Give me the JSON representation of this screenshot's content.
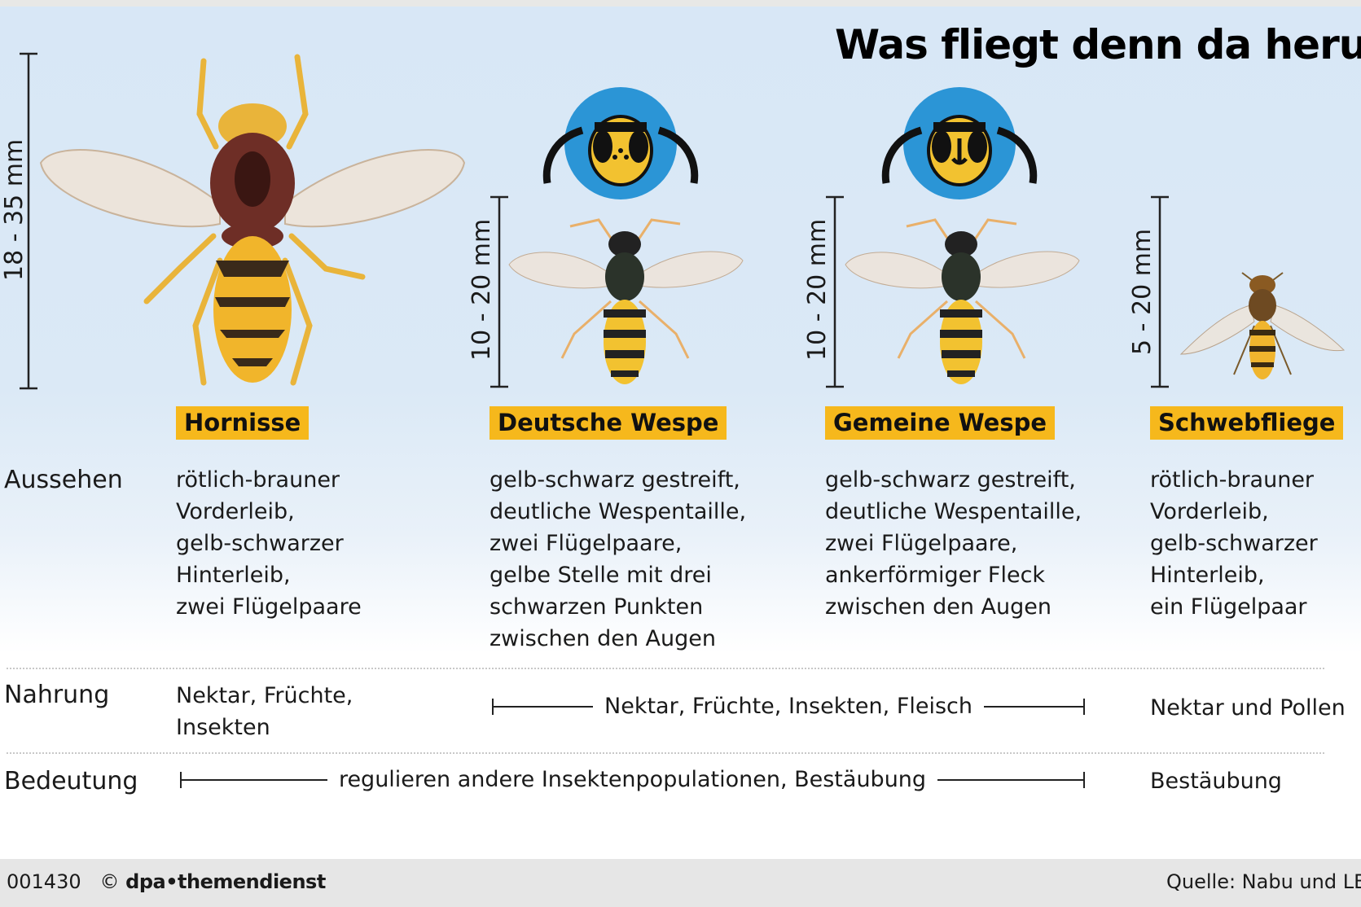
{
  "title": "Was fliegt denn da herum",
  "colors": {
    "label_bg": "#f6b81c",
    "circle": "#2b95d6",
    "background_top": "#d8e7f6",
    "footer": "#e6e6e6"
  },
  "insects": [
    {
      "name": "Hornisse",
      "size": "18 - 35 mm",
      "aussehen": [
        "rötlich-brauner",
        "Vorderleib,",
        "gelb-schwarzer",
        "Hinterleib,",
        "zwei Flügelpaare"
      ],
      "nahrung": [
        "Nektar, Früchte,",
        "Insekten"
      ]
    },
    {
      "name": "Deutsche Wespe",
      "size": "10 - 20 mm",
      "aussehen": [
        "gelb-schwarz gestreift,",
        "deutliche Wespentaille,",
        "zwei Flügelpaare,",
        "gelbe Stelle mit drei",
        "schwarzen Punkten",
        "zwischen den Augen"
      ]
    },
    {
      "name": "Gemeine Wespe",
      "size": "10 - 20 mm",
      "aussehen": [
        "gelb-schwarz gestreift,",
        "deutliche Wespentaille,",
        "zwei Flügelpaare,",
        "ankerförmiger Fleck",
        "zwischen den Augen"
      ]
    },
    {
      "name": "Schwebfliege",
      "size": "5 - 20 mm",
      "aussehen": [
        "rötlich-brauner",
        "Vorderleib,",
        "gelb-schwarzer",
        "Hinterleib,",
        "ein Flügelpaar"
      ],
      "nahrung": [
        "Nektar und Pollen"
      ],
      "bedeutung": "Bestäubung"
    }
  ],
  "rows": {
    "aussehen": "Aussehen",
    "nahrung": "Nahrung",
    "bedeutung": "Bedeutung"
  },
  "wespen_nahrung": "Nektar, Früchte, Insekten, Fleisch",
  "shared_bedeutung": "regulieren andere Insektenpopulationen, Bestäubung",
  "footer": {
    "id": "001430",
    "copyright": "©",
    "brand": "dpa•themendienst",
    "source": "Quelle: Nabu und LBV"
  }
}
